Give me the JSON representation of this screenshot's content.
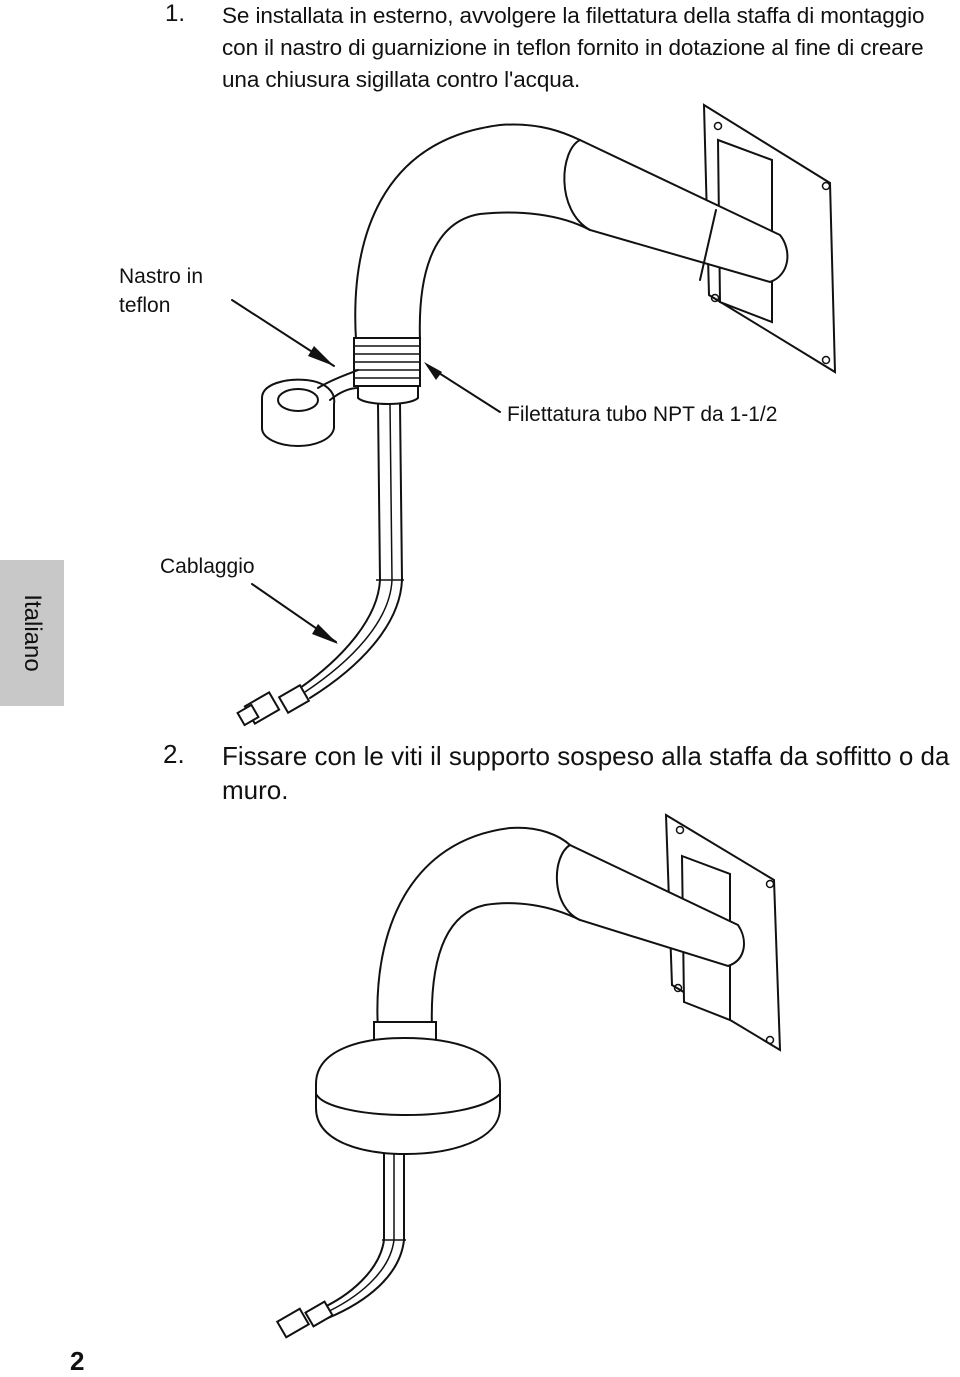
{
  "steps": [
    {
      "number": "1.",
      "text": "Se installata in esterno, avvolgere la filettatura della staffa di montaggio con il nastro di guarnizione in teflon fornito in dotazione al fine di creare una chiusura sigillata contro l'acqua."
    },
    {
      "number": "2.",
      "text": "Fissare con le viti il supporto sospeso alla staffa da soffitto o da muro."
    }
  ],
  "figure1": {
    "labels": {
      "teflon_tape": "Nastro in teflon",
      "npt_thread": "Filettatura tubo NPT da 1-1/2",
      "wiring": "Cablaggio"
    }
  },
  "side_tab": {
    "language": "Italiano"
  },
  "page_number": "2"
}
